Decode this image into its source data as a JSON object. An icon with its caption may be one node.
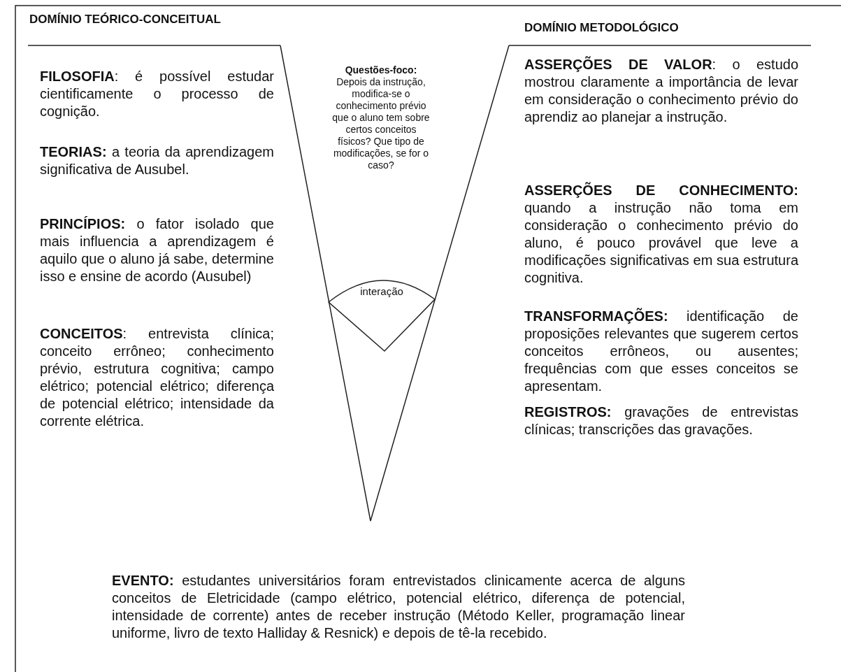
{
  "diagram": {
    "nodes": [
      {
        "text": [
          "Questões-foco:",
          "Depois da instrução, modifica-se o conhecimento prévio que o aluno tem sobre certos conceitos físicos? Que tipo de modificações, se for o caso?"
        ]
      },
      {
        "text": [
          "interação"
        ],
        "in": 0
      }
    ],
    "labels": [
      "DOMÍNIO TEÓRICO-CONCEITUAL",
      "DOMÍNIO METODOLÓGICO",
      "**FILOSOFIA**: é possível estudar cientificamente o processo de cognição.",
      "**TEORIAS:** a teoria da aprendizagem significativa de Ausubel.",
      "**PRINCÍPIOS:** o fator isolado que mais influencia a aprendizagem é aquilo que o aluno já sabe, determine isso e ensine de acordo (Ausubel)",
      "**CONCEITOS**: entrevista clínica; conceito errôneo; conhecimento prévio, estrutura cognitiva; campo elétrico; potencial elétrico; diferença de potencial elétrico; intensidade da corrente elétrica.",
      "**ASSERÇÕES DE VALOR**: o estudo mostrou claramente a importância de levar em consideração o conhecimento prévio do aprendiz ao planejar a instrução.",
      "**ASSERÇÕES DE CONHECIMENTO:** quando a instrução não toma em consideração o conhecimento prévio do aluno, é pouco provável que leve a modificações significativas em sua estrutura cognitiva.",
      "**TRANSFORMAÇÕES:** identificação de proposições relevantes que sugerem certos conceitos errôneos, ou ausentes; frequências com que esses conceitos se apresentam.",
      "**REGISTROS:** gravações de entrevistas clínicas; transcrições das gravações.",
      "**EVENTO:** estudantes universitários foram entrevistados clinicamente acerca de alguns conceitos de Eletricidade (campo elétrico, potencial elétrico, diferença de potencial, intensidade de corrente) antes de receber instrução (Método Keller, programação linear uniforme, livro de texto Halliday & Resnick) e depois de tê-la recebido."
    ]
  }
}
